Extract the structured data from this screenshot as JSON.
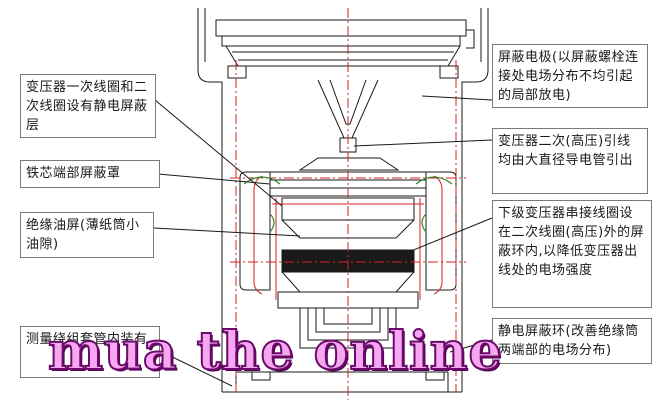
{
  "labels": {
    "primary_secondary_coil": "变压器一次线圈和二次线圈设有静电屏蔽层",
    "core_end_shield": "铁芯端部屏蔽罩",
    "insulating_oil_screen": "绝缘油屏(薄纸筒小油隙)",
    "measuring_winding": "测量绕组套管内装有",
    "shield_electrode": "屏蔽电极(以屏蔽螺栓连接处电场分布不均引起的局部放电)",
    "secondary_leadout": "变压器二次(高压)引线均由大直径导电管引出",
    "lower_transformer_series": "下级变压器串接线圈设在二次线圈(高压)外的屏蔽环内,以降低变压器出线处的电场强度",
    "electrostatic_ring": "静电屏蔽环(改善绝缘筒两端部的电场分布)"
  },
  "watermark": "mua the online",
  "colors": {
    "outline": "#1a1a1a",
    "centerline": "#d42020",
    "green_accent": "#2e8b2e",
    "watermark_fill": "#f7a6f1",
    "watermark_stroke": "#6a0a6a"
  }
}
